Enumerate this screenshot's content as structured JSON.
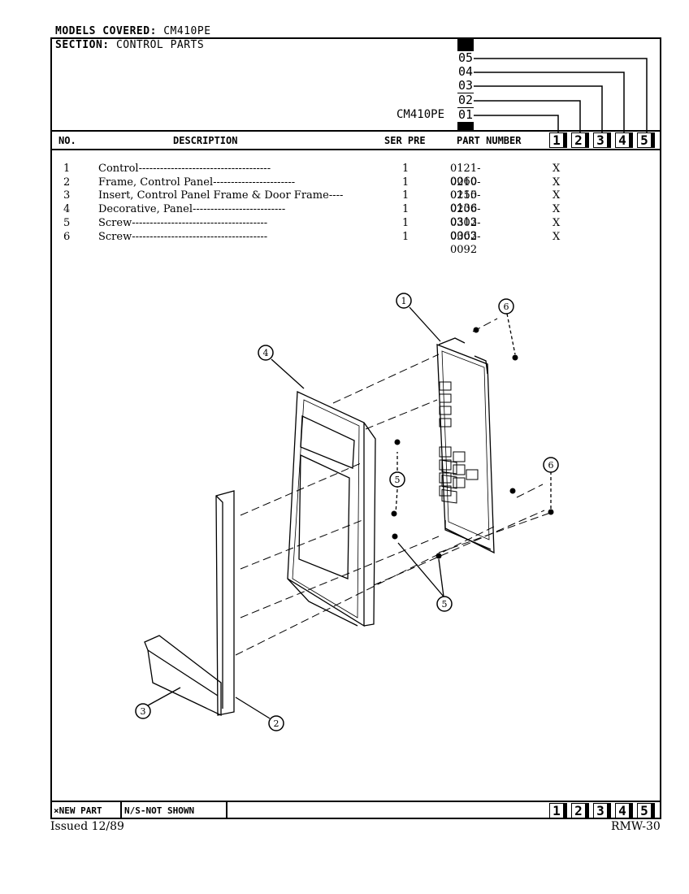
{
  "header": {
    "models_covered_label": "MODELS COVERED:",
    "models_covered_value": "CM410PE",
    "section_label": "SECTION:",
    "section_value": "CONTROL PARTS",
    "model_name": "CM410PE",
    "model_codes": [
      "05",
      "04",
      "03",
      "02",
      "01"
    ]
  },
  "table": {
    "columns": {
      "no": "NO.",
      "description": "DESCRIPTION",
      "ser_pre": "SER PRE",
      "part_number": "PART NUMBER"
    },
    "model_columns": [
      "1",
      "2",
      "3",
      "4",
      "5"
    ],
    "rows": [
      {
        "no": "1",
        "description": "Control-------------------------------------",
        "qty": "1",
        "part": "0121-0060",
        "mark": "X"
      },
      {
        "no": "2",
        "description": "Frame, Control Panel-----------------------",
        "qty": "1",
        "part": "0210-0155",
        "mark": "X"
      },
      {
        "no": "3",
        "description": "Insert, Control Panel Frame & Door Frame----",
        "qty": "1",
        "part": "0210-0136",
        "mark": "X"
      },
      {
        "no": "4",
        "description": "Decorative, Panel--------------------------",
        "qty": "1",
        "part": "0206-0313",
        "mark": "X"
      },
      {
        "no": "5",
        "description": "Screw--------------------------------------",
        "qty": "1",
        "part": "0302-0063",
        "mark": "X"
      },
      {
        "no": "6",
        "description": "Screw--------------------------------------",
        "qty": "1",
        "part": "0302-0092",
        "mark": "X"
      }
    ]
  },
  "diagram": {
    "callouts": [
      "1",
      "6",
      "4",
      "5",
      "6",
      "5",
      "3",
      "2"
    ]
  },
  "footer": {
    "new_part": "×NEW PART",
    "not_shown": "N/S-NOT SHOWN",
    "model_columns": [
      "1",
      "2",
      "3",
      "4",
      "5"
    ],
    "issued": "Issued 12/89",
    "page_code": "RMW-30"
  }
}
